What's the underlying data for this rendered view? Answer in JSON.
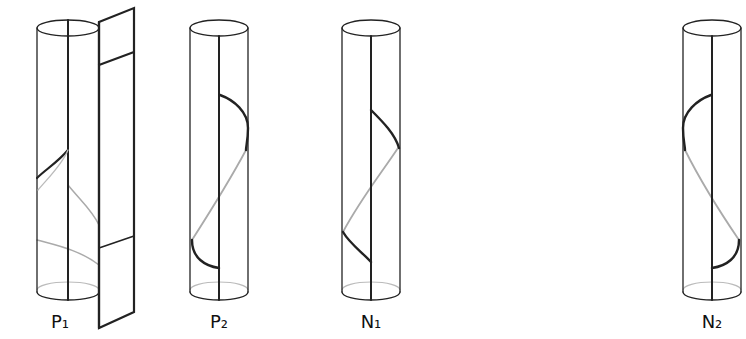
{
  "diagram": {
    "labels": [
      "P₁",
      "P₂",
      "N₁",
      "N₂"
    ]
  }
}
